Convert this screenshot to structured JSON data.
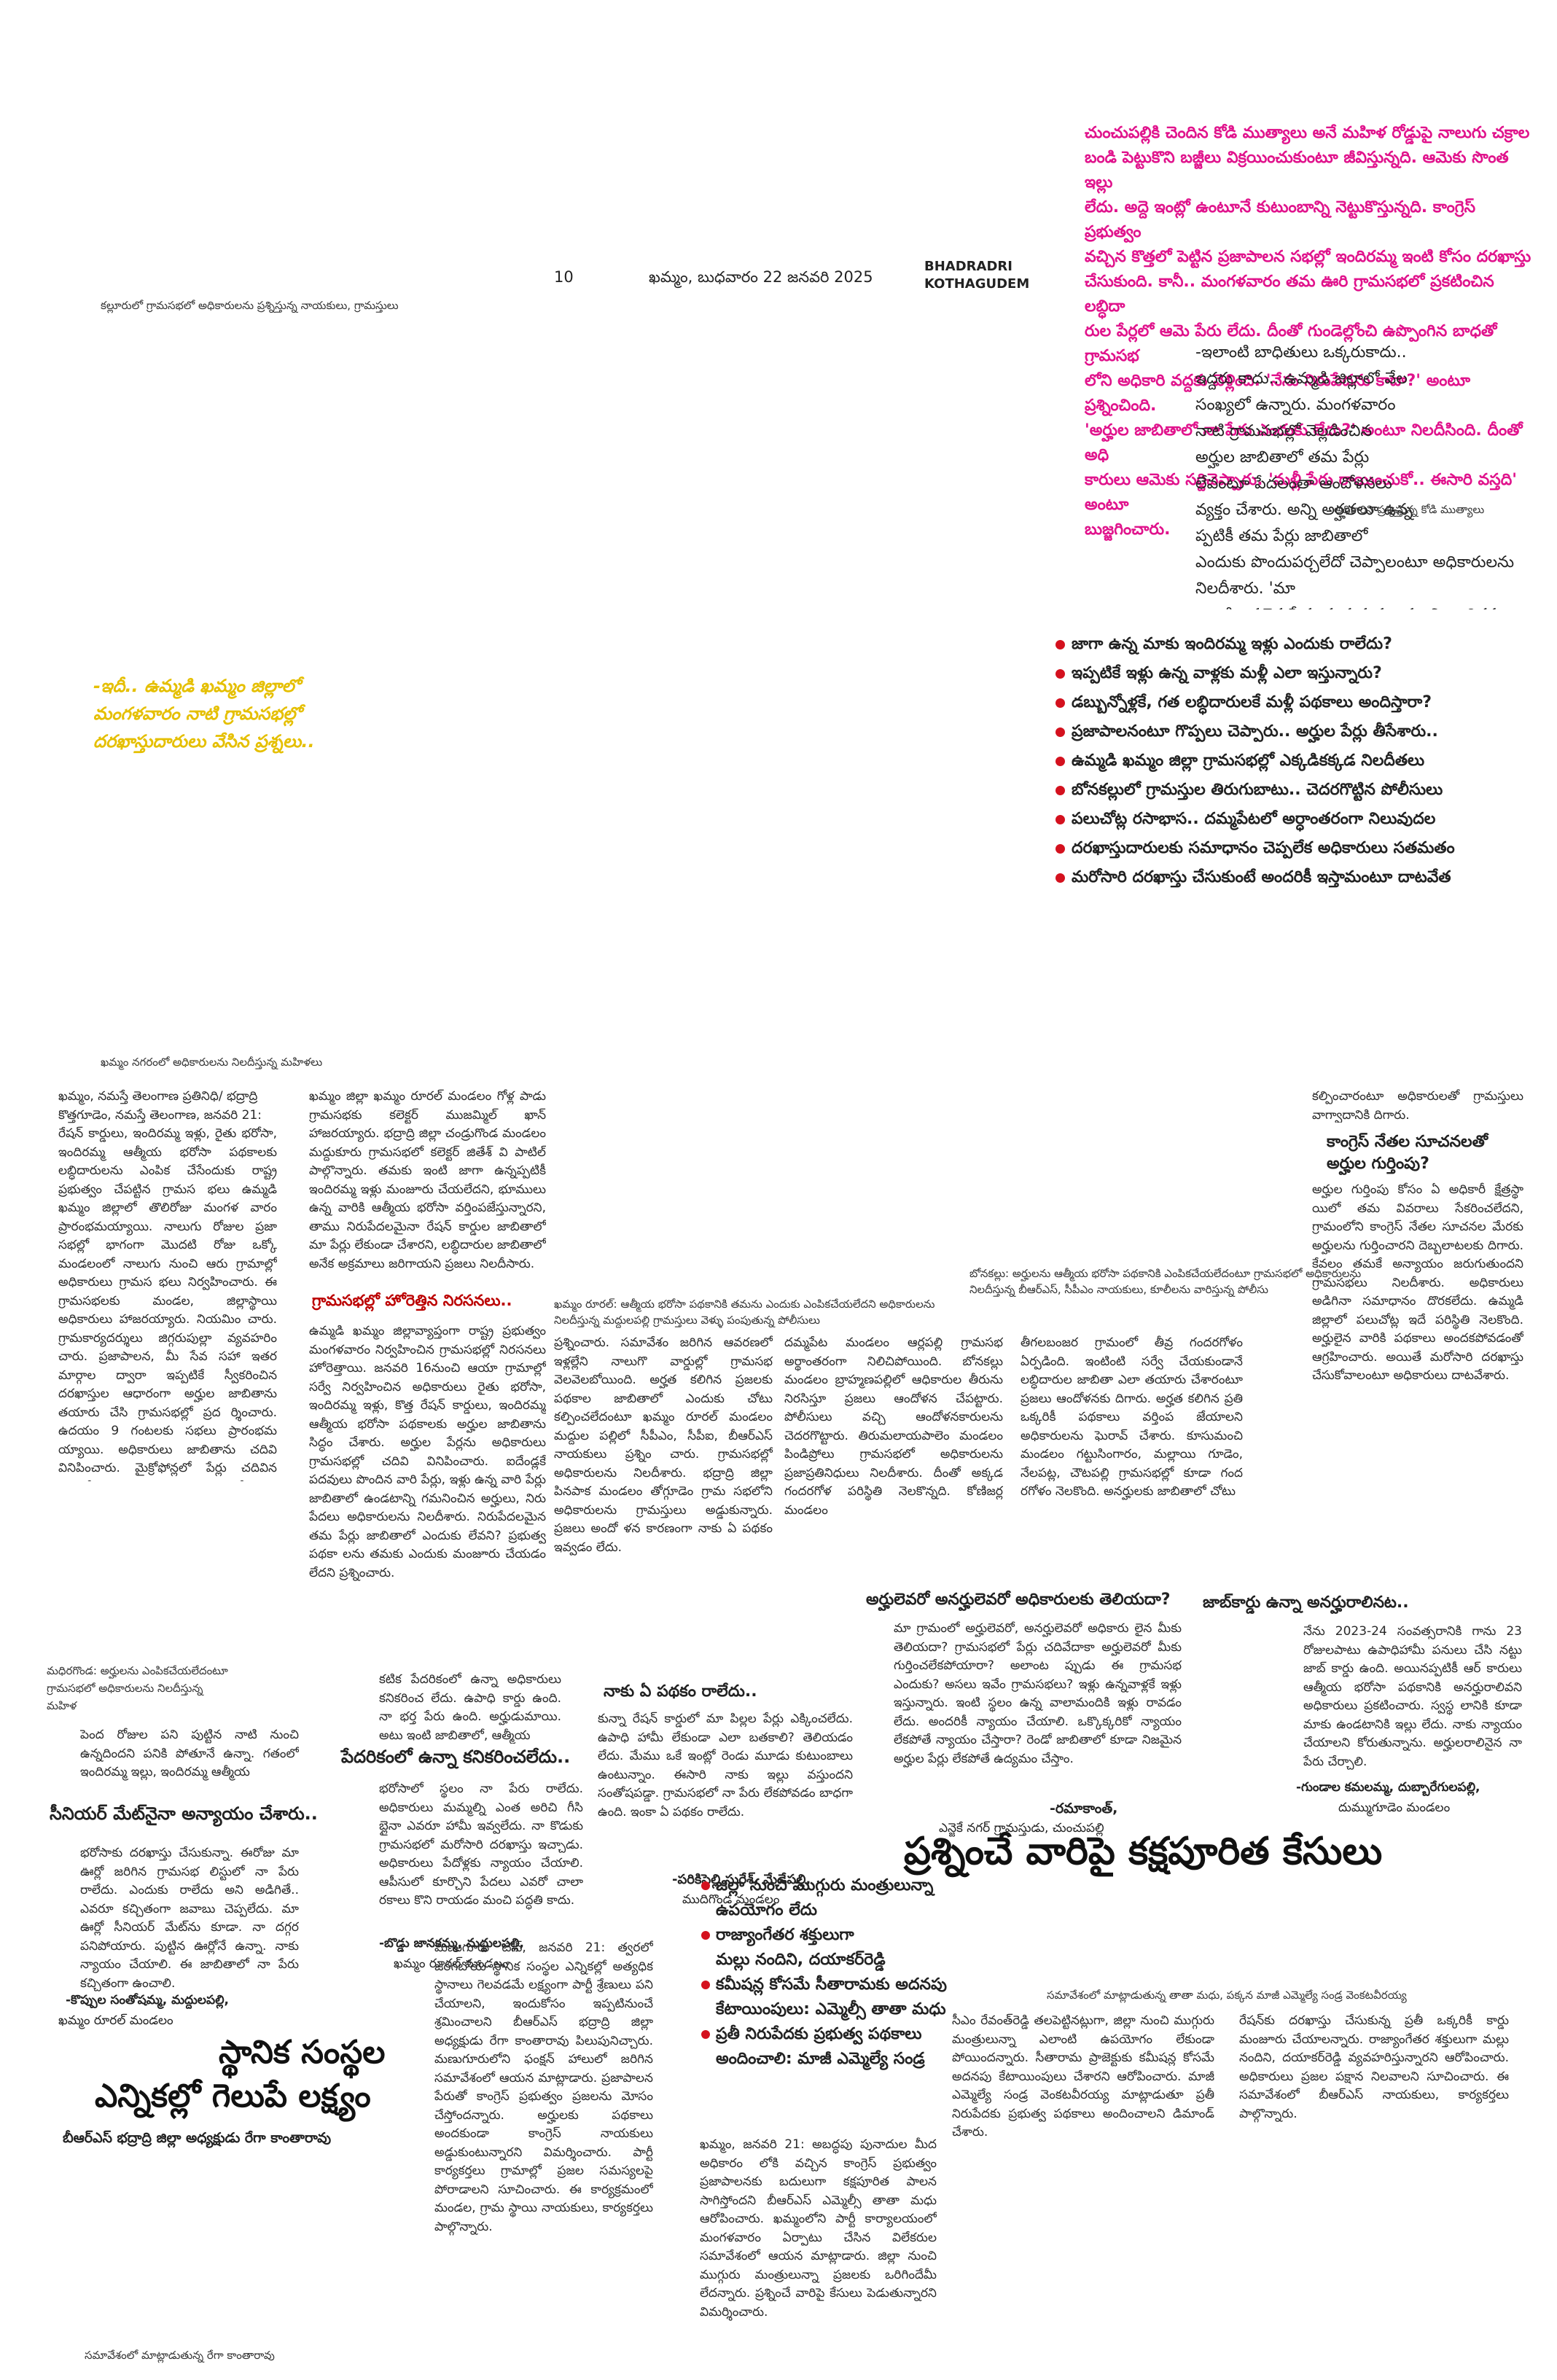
{
  "header": {
    "page_number": "10",
    "dateline": "ఖమ్మం, బుధవారం 22 జనవరి 2025",
    "district_line1": "BHADRADRI",
    "district_line2": "KOTHAGUDEM"
  },
  "top_caption": "కల్లూరులో గ్రామసభలో అధికారులను ప్రశ్నిస్తున్న నాయకులు, గ్రామస్తులు",
  "intro_pink": "చుంచుపల్లికి చెందిన కోడి ముత్యాలు అనే మహిళ రోడ్డుపై నాలుగు చక్రాల\nబండి పెట్టుకొని బజ్జీలు విక్రయించుకుంటూ జీవిస్తున్నది. ఆమెకు సొంత ఇల్లు\nలేదు. అద్దె ఇంట్లో ఉంటూనే కుటుంబాన్ని నెట్టుకొస్తున్నది. కాంగ్రెస్ ప్రభుత్వం\nవచ్చిన కొత్తలో పెట్టిన ప్రజాపాలన సభల్లో ఇందిరమ్మ ఇంటి కోసం దరఖాస్తు\nచేసుకుంది. కానీ.. మంగళవారం తమ ఊరి గ్రామసభలో ప్రకటించిన లబ్ధిదా\nరుల పేర్లలో ఆమె పేరు లేదు. దీంతో గుండెల్లోంచి ఉప్పొంగిన బాధతో గ్రామసభ\nలోని అధికారి వద్దకు వెళ్లింది. 'నేను నిరుపేదను కాదా?' అంటూ ప్రశ్నించింది.\n'అర్హుల జాబితాలో నా పేరు ఎందుకు లేదు?' అంటూ నిలదీసింది. దీంతో అధి\nకారులు ఆమెకు సర్దిచెప్పారు. 'మళ్లీ పేరు రాయించుకో.. ఈసారి వస్తది' అంటూ\nబుజ్జగించారు.",
  "intro_black": "-ఇలాంటి బాధితులు ఒక్కరుకాదు..\nఇద్దరు కాదు.. ఉమ్మడి జిల్లాలో వేల\nసంఖ్యలో ఉన్నారు. మంగళవారం\nనాటి గ్రామసభల్లో వెల్లడించిన\nఅర్హుల జాబితాలో తమ పేర్లు\nలేవంటూ పేదలంతా ఆందోళనలు\nవ్యక్తం చేశారు. అన్ని అర్హతలూ ఉన్న\nప్పటికీ తమ పేర్లు జాబితాలో\nఎందుకు పొందుపర్చలేదో చెప్పాలంటూ అధికారులను నిలదీశారు. 'మా\nలాంటి అసలైన పేదలకు ప్రభుత్వం నుంచి ఇందిరమ్మ ఇళ్లు రావా?'\nఅంటూ ప్రశ్నల వర్షం కురిపించారు.",
  "photo_caption_kodi": "అధికారిని ప్రశ్నిస్తున్న కోడి ముత్యాలు",
  "yellow_box": "-ఇదీ.. ఉమ్మడి ఖమ్మం జిల్లాలో\nమంగళవారం నాటి గ్రామసభల్లో\nదరఖాస్తుదారులు వేసిన ప్రశ్నలు..",
  "questions": [
    "జాగా ఉన్న మాకు ఇందిరమ్మ ఇళ్లు ఎందుకు రాలేదు?",
    "ఇప్పటికే ఇళ్లు ఉన్న వాళ్లకు మళ్లీ ఎలా ఇస్తున్నారు?",
    "డబ్బున్నోళ్లకే, గత లబ్ధిదారులకే మళ్లీ పథకాలు అందిస్తారా?",
    "ప్రజాపాలనంటూ గొప్పలు చెప్పారు.. అర్హుల పేర్లు తీసేశారు..",
    "ఉమ్మడి ఖమ్మం జిల్లా గ్రామసభల్లో ఎక్కడికక్కడ నిలదీతలు",
    "బోనకల్లులో గ్రామస్తుల తిరుగుబాటు.. చెదరగొట్టిన పోలీసులు",
    "పలుచోట్ల రసాభాస.. దమ్మపేటలో అర్ధాంతరంగా నిలువుదల",
    "దరఖాస్తుదారులకు సమాధానం చెప్పలేక అధికారులు సతమతం",
    "మరోసారి దరఖాస్తు చేసుకుంటే అందరికీ ఇస్తామంటూ దాటవేత"
  ],
  "photo_caption_khammam": "ఖమ్మం నగరంలో అధికారులను నిలదీస్తున్న మహిళలు",
  "body_col1": "ఖమ్మం, నమస్తే తెలంగాణ ప్రతినిధి/ భద్రాద్రి\nకొత్తగూడెం, నమస్తే తెలంగాణ, జనవరి 21:\nరేషన్ కార్డులు, ఇందిరమ్మ ఇళ్లు, రైతు భరోసా, ఇందిరమ్మ ఆత్మీయ భరోసా పథకాలకు లబ్ధిదారులను ఎంపిక చేసేందుకు రాష్ట్ర ప్రభుత్వం చేపట్టిన గ్రామస భలు ఉమ్మడి ఖమ్మం జిల్లాలో తొలిరోజు మంగళ వారం ప్రారంభమయ్యాయి. నాలుగు రోజుల ప్రజా సభల్లో భాగంగా మొదటి రోజు ఒక్కో మండలంలో నాలుగు నుంచి ఆరు గ్రామాల్లో అధికారులు గ్రామస భలు నిర్వహించారు. ఈ గ్రామసభలకు మండల, జిల్లాస్థాయి అధికారులు హాజరయ్యారు. నియమిం చారు. గ్రామకార్యదర్శులు జిగ్గరుపుల్లా వ్యవహరిం చారు. ప్రజాపాలన, మీ సేవ సహా ఇతర మార్గాల ద్వారా ఇప్పటికే స్వీకరించిన దరఖాస్తుల ఆధారంగా అర్హుల జాబితాను తయారు చేసి గ్రామసభల్లో ప్రద ర్శించారు. ఉదయం 9 గంటలకు సభలు ప్రారంభమ య్యాయి. అధికారులు జాబితాను చదివి వినిపించారు. మైక్రోఫోన్లలో పేర్లు చదివిన వెంటనే అర్హుల ఆగ్రహావేశాలను తీవ్రమయ్యాయి. ఆ జాబితాలో తమపేరు లేదంటూ ఇప్పటికే పదేళ్లుగా దరఖాస్తులు చేశామని ఇప్పుడు ఎలా ఉన్నాయంటూ అధికారులను నిలదీశారు.",
  "body_col2": "ఖమ్మం జిల్లా ఖమ్మం రూరల్ మండలం గోళ్ల పాడు గ్రామసభకు కలెక్టర్ ముజమ్మిల్ ఖాన్ హాజరయ్యారు. భద్రాద్రి జిల్లా చండ్రుగొండ మండలం మద్దుకూరు గ్రామసభలో కలెక్టర్ జితేశ్ వి పాటిల్ పాల్గొన్నారు. తమకు ఇంటి జాగా ఉన్నప్పటికీ ఇందిరమ్మ ఇళ్లు మంజూరు చేయలేదని, భూములు ఉన్న వారికి ఆత్మీయ భరోసా వర్తింపజేస్తున్నారని, తాము నిరుపేదలమైనా రేషన్ కార్డుల జాబితాలో మా పేర్లు లేకుండా చేశారని, లబ్ధిదారుల జాబితాలో అనేక అక్రమాలు జరిగాయని ప్రజలు నిలదీసారు.",
  "sub_grama": "గ్రామసభల్లో హోరెత్తిన నిరసనలు..",
  "body_col2b": "ఉమ్మడి ఖమ్మం జిల్లావ్యాప్తంగా రాష్ట్ర ప్రభుత్వం మంగళవారం నిర్వహించిన గ్రామసభల్లో నిరసనలు హోరెత్తాయి. జనవరి 16నుంచి ఆయా గ్రామాల్లో సర్వే నిర్వహించిన అధికారులు రైతు భరోసా, ఇందిరమ్మ ఇళ్లు, కొత్త రేషన్ కార్డులు, ఇందిరమ్మ ఆత్మీయ భరోసా పథకాలకు అర్హుల జాబితాను సిద్ధం చేశారు. అర్హుల పేర్లను అధికారులు గ్రామసభల్లో చదివి వినిపించారు. ఐదేండ్లకే పదవులు పొందిన వారి పేర్లు, ఇళ్లు ఉన్న వారి పేర్లు జాబితాలో ఉండటాన్ని గమనించిన అర్హులు, నిరు పేదలు అధికారులను నిలదీశారు. నిరుపేదలమైన తమ పేర్లు జాబితాలో ఎందుకు లేవని? ప్రభుత్వ పథకా లను తమకు ఎందుకు మంజూరు చేయడం లేదని ప్రశ్నించారు.",
  "photo_caption_rural": "ఖమ్మం రూరల్: ఆత్మీయ భరోసా పథకానికి తమను ఎందుకు ఎంపికచేయలేదని అధికారులను నిలదీస్తున్న మద్దులపల్లి గ్రామస్తులు వెళ్ళు పంపుతున్న పోలీసులు",
  "photo_caption_bonakal": "బోనకల్లు: అర్హులను ఆత్మీయ భరోసా పథకానికి ఎంపికచేయలేదంటూ గ్రామసభలో అధికారులను నిలదీస్తున్న బీఆర్ఎస్, సీపీఎం నాయకులు, కూలీలను వారిస్తున్న పోలీసు",
  "body_col3": "ప్రశ్నించారు. సమావేశం జరిగిన ఆవరణలో ఇళ్లల్లేని నాలుగొ వార్డుల్లో గ్రామసభ వెలవెలబోయింది. అర్హత కలిగిన ప్రజలకు పథకాల జాబితాలో ఎందుకు చోటు కల్పించలేదంటూ ఖమ్మం రూరల్ మండలం మద్దుల పల్లిలో సీపీఎం, సీపీఐ, బీఆర్ఎస్ నాయకులు ప్రశ్నిం చారు. గ్రామసభల్లో అధికారులను నిలదీశారు. భద్రాద్రి జిల్లా పినపాక మండలం తోగ్గూడెం గ్రామ సభలోని అధికారులను గ్రామస్తులు అడ్డుకున్నారు. ప్రజలు అందో ళన కారణంగా నాకు ఏ పథకం ఇవ్వడం లేదు.",
  "body_col4": "దమ్మపేట మండలం ఆర్లపల్లి గ్రామసభ అర్థాంతరంగా నిలిచిపోయింది. బోనకల్లు మండలం బ్రాహ్మణపల్లిలో ఆధికారుల తీరును నిరసిస్తూ ప్రజలు ఆందోళన చేపట్టారు. పోలీసులు వచ్చి ఆందోళనకారులను చెదరగొట్టారు. తిరుమలాయపాలెం మండలం పిండిప్రోలు గ్రామసభలో అధికారులను ప్రజాప్రతినిధులు నిలదీశారు. దీంతో అక్కడ గందరగోళ పరిస్థితి నెలకొన్నది. కోణిజర్ల మండలం",
  "body_col5": "తీగలబంజర గ్రామంలో తీవ్ర గందరగోళం ఏర్పడింది. ఇంటింటి సర్వే చేయకుండానే లబ్ధిదారుల జాబితా ఎలా తయారు చేశారంటూ ప్రజలు ఆందోళనకు దిగారు. అర్హత కలిగిన ప్రతి ఒక్కరికీ పథకాలు వర్తింప జేయాలని అధికారులను ఘెరావ్ చేశారు. కూసుమంచి మండలం గట్టుసింగారం, మల్లాయి గూడెం, నేలపట్ల, చౌటపల్లి గ్రామసభల్లో కూడా గంద రగోళం నెలకొంది. అనర్హులకు జాబితాలో చోటు",
  "sub_arhu": "అర్హులెవరో అనర్హులెవరో అధికారులకు తెలియదా?",
  "body_arhu": "మా గ్రామంలో అర్హులెవరో, అనర్హులెవరో అధికారు లైన మీకు తెలియదా? గ్రామసభలో పేర్లు చదివేదాకా అర్హులెవరో మీకు గుర్తించలేకపోయారా? అలాంట ప్పుడు ఈ గ్రామసభ ఎందుకు? అసలు ఇవేం గ్రామసభలు? ఇళ్లు ఉన్నవాళ్లకే ఇళ్లు ఇస్తున్నారు. ఇంటి స్థలం ఉన్న వాలామందికి ఇళ్లు రావడం లేదు. అందరికీ న్యాయం చేయాలి. ఒక్కొక్కరికో న్యాయం లేకపోతే న్యాయం చేస్తారా? రెండో జాబితాలో కూడా నిజమైన అర్హుల పేర్లు లేకపోతే ఉద్యమం చేస్తాం.",
  "sign_ramakanth": "-రమాకాంత్,",
  "sign_ramakanth_place": "ఎన్జెకే నగర్ గ్రామస్తుడు, చుంచుపల్లి",
  "sub_naku": "నాకు ఏ పథకం రాలేదు..",
  "body_naku": "కున్నా రేషన్ కార్డులో మా పిల్లల పేర్లు ఎక్కించలేదు. ఉపాధి హామీ లేకుండా ఎలా బతకాలి? తెలియడం లేదు. మేము ఒకే ఇంట్లో రెండు మూడు కుటుంబాలు ఉంటున్నాం. ఈసారి నాకు ఇల్లు వస్తుందని సంతోషపడ్డా. గ్రామసభలో నా పేరు లేకపోవడం బాధగా ఉంది. ఇంకా ఏ పథకం రాలేదు.",
  "sign_suresh": "-పరికిపెల్లి సురేశ్, మేడేపల్లి,",
  "sign_suresh_place": "ముదిగొండ మండలం",
  "sub_congress": "కాంగ్రెస్ నేతల సూచనలతో\nఅర్హుల గుర్తింపు?",
  "body_col6top": "కల్పించారంటూ అధికారులతో గ్రామస్తులు వాగ్వాదానికి దిగారు.",
  "body_congress": "అర్హుల గుర్తింపు కోసం ఏ అధికారీ క్షేత్రస్థా యిలో తమ వివరాలు సేకరించలేదని, గ్రామంలోని కాంగ్రెస్ నేతల సూచనల మేరకు అర్హులను గుర్తించారని దెబ్బలాటలకు దిగారు. కేవలం తమకే అన్యాయం జరుగుతుందని గ్రామసభలు నిలదీశారు. అధికారులు అడిగినా సమాధానం దొరకలేదు. ఉమ్మడి జిల్లాలో పలుచోట్ల ఇదే పరిస్థితి నెలకొంది. అర్హులైన వారికి పథకాలు అందకపోవడంతో ఆగ్రహించారు. అయితే మరోసారి దరఖాస్తు చేసుకోవాలంటూ అధికారులు దాటవేశారు.",
  "sub_jobcard": "జాబ్‌కార్డు ఉన్నా అనర్హురాలినట..",
  "body_jobcard": "నేను 2023-24 సంవత్సరానికి గాను 23 రోజులపాటు ఉపాధిహామీ పనులు చేసి నట్టు జాబ్ కార్డు ఉంది. అయినప్పటికీ ఆర్ కారులు ఆత్మీయ భరోసా పథకానికి అనర్హురాలివని అధికారులు ప్రకటించారు. స్వస్థ లానికి కూడా మాకు ఉండటానికి ఇల్లు లేదు. నాకు న్యాయం చేయాలని కోరుతున్నాను. అర్హులరాలినైన నా పేరు చేర్చాలి.",
  "sign_jobcard": "-గుండాల కమలమ్మ, దుబ్బారేగులపల్లి,",
  "sign_jobcard_place": "దుమ్ముగూడెం మండలం",
  "headline_kesulu": "ప్రశ్నించే వారిపై కక్షపూరిత కేసులు",
  "bullets_bottom": [
    "జిల్లా నుంచి ముగ్గురు మంత్రులున్నా",
    "ఉపయోగం లేదు",
    "రాజ్యాంగేతర శక్తులుగా",
    "మల్లు నందిని, దయాకర్‌రెడ్డి",
    "కమీషన్ల కోసమే సీతారామకు అదనపు",
    "కేటాయింపులు: ఎమ్మెల్సీ తాతా మధు",
    "ప్రతీ నిరుపేదకు ప్రభుత్వ పథకాలు",
    "అందించాలి: మాజీ ఎమ్మెల్యే సండ్ర"
  ],
  "caption_madhira": "మధిరగొండ: అర్హులను ఎంపికచేయలేదంటూ గ్రామసభలో అధికారులను నిలదీస్తున్న మహిళ",
  "body_madhira": "పెంద రోజుల పని పుట్టిన నాటి నుంచి ఉన్నదిందని పనికి పోతూనే ఉన్నా. గతంలో ఇందిరమ్మ ఇల్లు, ఇందిరమ్మ ఆత్మీయ",
  "sub_senior": "సీనియర్ మేట్‌నైనా అన్యాయం చేశారు..",
  "body_senior": "భరోసాకు దరఖాస్తు చేసుకున్నా. ఈరోజు మా ఊర్లో జరిగిన గ్రామసభ లిస్టులో నా పేరు రాలేదు. ఎందుకు రాలేదు అని అడిగితే.. ఎవరూ కచ్చితంగా జవాబు చెప్పలేదు. మా ఊర్లో సీనియర్ మేట్‌ను కూడా. నా దగ్గర పనిపోయారు. పుట్టిన ఊర్లోనే ఉన్నా. నాకు న్యాయం చేయాలి. ఈ జాబితాలో నా పేరు కచ్చితంగా ఉంచాలి.",
  "sign_santhoshamma": "-కొప్పుల సంతోషమ్మ, మద్దులపల్లి,",
  "sign_santhoshamma_place": "ఖమ్మం రూరల్ మండలం",
  "sub_pedarikam": "పేదరికంలో ఉన్నా కనికరించలేదు..",
  "body_pedarikam_top": "కటిక పేదరికంలో ఉన్నా అధికారులు కనికరించ లేదు. ఉపాధి కార్డు ఉంది. నా భర్త పేరు ఉంది. అర్హుడుమాయి. అటు ఇంటి జాబితాలో, ఆత్మీయ",
  "body_pedarikam": "భరోసాలో స్థలం నా పేరు రాలేదు. అధికారులు మమ్మల్ని ఎంత అరిచి గీసి బ్లైనా ఎవరూ హామీ ఇవ్వలేదు. నా కొడుకు గ్రామసభలో మరోసారి దరఖాస్తు ఇచ్చాడు. అధికారులు పేదోళ్లకు న్యాయం చేయాలి. ఆపీసులో కూర్చొని పేదలు ఎవరో చాలా రకాలు కొని రాయడం మంచి పద్ధతి కాదు.",
  "sign_janakamma": "-బొడ్డు జానకమ్మ, మద్దులపల్లి,",
  "sign_janakamma_place": "ఖమ్మం రూరల్ మండలం",
  "headline_sthanika1": "స్థానిక సంస్థల",
  "headline_sthanika2": "ఎన్నికల్లో గెలుపే లక్ష్యం",
  "sub_sthanika": "బీఆర్ఎస్ భద్రాద్రి జిల్లా అధ్యక్షుడు రేగా కాంతారావు",
  "body_sthanika": "మణుగూరు టౌన్, జనవరి 21: త్వరలో జరగబోయే స్థానిక సంస్థల ఎన్నికల్లో అత్యధిక స్థానాలు గెలవడమే లక్ష్యంగా పార్టీ శ్రేణులు పని చేయాలని, ఇందుకోసం ఇప్పటినుంచే శ్రమించాలని బీఆర్ఎస్ భద్రాద్రి జిల్లా అధ్యక్షుడు రేగా కాంతారావు పిలుపునిచ్చారు. మణుగూరులోని ఫంక్షన్ హాలులో జరిగిన సమావేశంలో ఆయన మాట్లాడారు. ప్రజాపాలన పేరుతో కాంగ్రెస్ ప్రభుత్వం ప్రజలను మోసం చేస్తోందన్నారు. అర్హులకు పథకాలు అందకుండా కాంగ్రెస్ నాయకులు అడ్డుకుంటున్నారని విమర్శించారు. పార్టీ కార్యకర్తలు గ్రామాల్లో ప్రజల సమస్యలపై పోరాడాలని సూచించారు. ఈ కార్యక్రమంలో మండల, గ్రామ స్థాయి నాయకులు, కార్యకర్తలు పాల్గొన్నారు.",
  "caption_kantharao": "సమావేశంలో మాట్లాడుతున్న రేగా కాంతారావు",
  "caption_madhu": "సమావేశంలో మాట్లాడుతున్న తాతా మధు, పక్కన మాజీ ఎమ్మెల్యే సండ్ర వెంకటవీరయ్య",
  "body_madhu1": "ఖమ్మం, జనవరి 21: అబద్ధపు పునాదుల మీద అధికారం లోకి వచ్చిన కాంగ్రెస్ ప్రభుత్వం ప్రజాపాలనకు బదులుగా కక్షపూరిత పాలన సాగిస్తోందని బీఆర్ఎస్ ఎమ్మెల్సీ తాతా మధు ఆరోపించారు. ఖమ్మంలోని పార్టీ కార్యాలయంలో మంగళవారం ఏర్పాటు చేసిన విలేకరుల సమావేశంలో ఆయన మాట్లాడారు. జిల్లా నుంచి ముగ్గురు మంత్రులున్నా ప్రజలకు ఒరిగిందేమీ లేదన్నారు. ప్రశ్నించే వారిపై కేసులు పెడుతున్నారని విమర్శించారు.",
  "body_madhu2": "సీఎం రేవంత్‌రెడ్డి తలపెట్టినట్లుగా, జిల్లా నుంచి ముగ్గురు మంత్రులున్నా ఎలాంటి ఉపయోగం లేకుండా పోయిందన్నారు. సీతారామ ప్రాజెక్టుకు కమీషన్ల కోసమే అదనపు కేటాయింపులు చేశారని ఆరోపించారు. మాజీ ఎమ్మెల్యే సండ్ర వెంకటవీరయ్య మాట్లాడుతూ ప్రతీ నిరుపేదకు ప్రభుత్వ పథకాలు అందించాలని డిమాండ్ చేశారు.",
  "body_madhu3": "రేషన్‌కు దరఖాస్తు చేసుకున్న ప్రతీ ఒక్కరికీ కార్డు మంజూరు చేయాలన్నారు. రాజ్యాంగేతర శక్తులుగా మల్లు నందిని, దయాకర్‌రెడ్డి వ్యవహరిస్తున్నారని ఆరోపించారు. అధికారులు ప్రజల పక్షాన నిలవాలని సూచించారు. ఈ సమావేశంలో బీఆర్ఎస్ నాయకులు, కార్యకర్తలు పాల్గొన్నారు."
}
